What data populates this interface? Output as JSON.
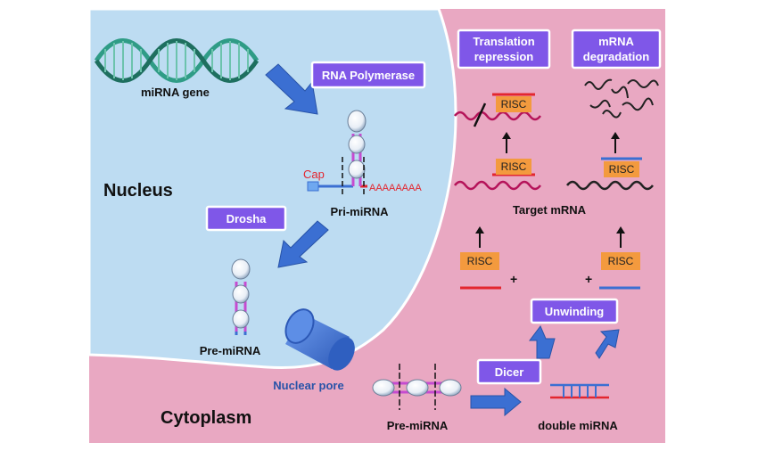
{
  "regions": {
    "nucleus": "Nucleus",
    "cytoplasm": "Cytoplasm"
  },
  "steps": {
    "rna_polymerase": "RNA Polymerase",
    "drosha": "Drosha",
    "dicer": "Dicer",
    "unwinding": "Unwinding",
    "translation_repression_1": "Translation",
    "translation_repression_2": "repression",
    "mrna_degradation_1": "mRNA",
    "mrna_degradation_2": "degradation"
  },
  "labels": {
    "mirna_gene": "miRNA gene",
    "pri_mirna": "Pri-miRNA",
    "pre_mirna_nucleus": "Pre-miRNA",
    "nuclear_pore": "Nuclear pore",
    "pre_mirna_cytoplasm": "Pre-miRNA",
    "double_mirna": "double  miRNA",
    "target_mrna": "Target mRNA",
    "cap": "Cap",
    "poly_a": "AAAAAAAA"
  },
  "risc": {
    "label": "RISC",
    "plus": "+"
  },
  "colors": {
    "nucleus_fill": "#bddcf2",
    "cytoplasm_fill": "#e9a8c2",
    "step_box": "#7f57e8",
    "arrow": "#3b6fd2",
    "risc": "#f39a3e",
    "guide_strand_red": "#e3262f",
    "passenger_strand_blue": "#3b6fd2",
    "mrna": "#b5145a",
    "hairpin_magenta": "#c64bd0"
  }
}
